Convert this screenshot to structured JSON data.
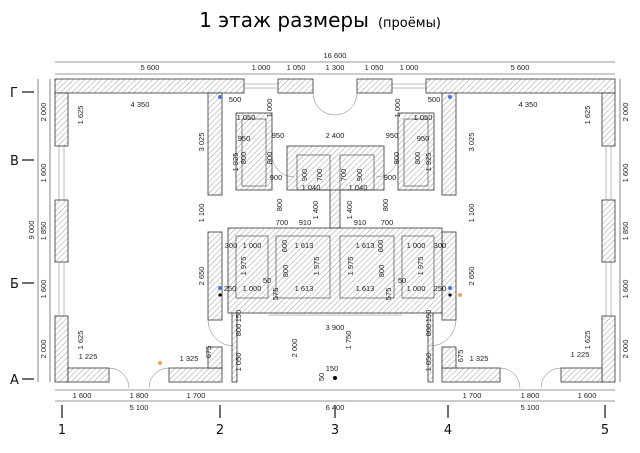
{
  "title": {
    "main": "1 этаж размеры",
    "sub": "(проёмы)"
  },
  "axes_letters": [
    "Г",
    "В",
    "Б",
    "А"
  ],
  "axes_numbers": [
    "1",
    "2",
    "3",
    "4",
    "5"
  ],
  "dimensions": [
    "16 600",
    "5 600",
    "1 000",
    "1 050",
    "1 300",
    "1 050",
    "1 000",
    "5 600",
    "2 000",
    "1 600",
    "1 850",
    "1 600",
    "2 000",
    "9 000",
    "2 000",
    "1 600",
    "1 850",
    "1 600",
    "2 000",
    "1 600",
    "1 800",
    "1 700",
    "5 100",
    "6 400",
    "1 700",
    "1 800",
    "1 600",
    "5 100",
    "4 350",
    "1 625",
    "1 625",
    "1 225",
    "1 325",
    "675",
    "4 350",
    "1 625",
    "1 625",
    "1 225",
    "1 325",
    "675",
    "3 025",
    "1 100",
    "2 650",
    "3 025",
    "1 100",
    "2 650",
    "500",
    "1 000",
    "1 050",
    "950",
    "950",
    "2 400",
    "950",
    "950",
    "500",
    "1 000",
    "1 050",
    "1 925",
    "800",
    "800",
    "800",
    "1 925",
    "800",
    "900",
    "900",
    "1 040",
    "1 040",
    "900",
    "700",
    "700",
    "900",
    "1 400",
    "1 400",
    "800",
    "800",
    "700",
    "910",
    "910",
    "700",
    "300",
    "1 000",
    "600",
    "1 613",
    "1 613",
    "600",
    "1 000",
    "300",
    "1 975",
    "800",
    "1 975",
    "1 975",
    "800",
    "1 975",
    "250",
    "1 000",
    "50",
    "575",
    "1 613",
    "1 613",
    "575",
    "50",
    "1 000",
    "250",
    "3 900",
    "800",
    "150",
    "1 050",
    "2 000",
    "1 750",
    "800",
    "150",
    "1 050",
    "150",
    "50"
  ],
  "colors": {
    "wall_hatch": "#555555",
    "marker_blue": "#4a78d8",
    "marker_orange": "#f0a060"
  }
}
